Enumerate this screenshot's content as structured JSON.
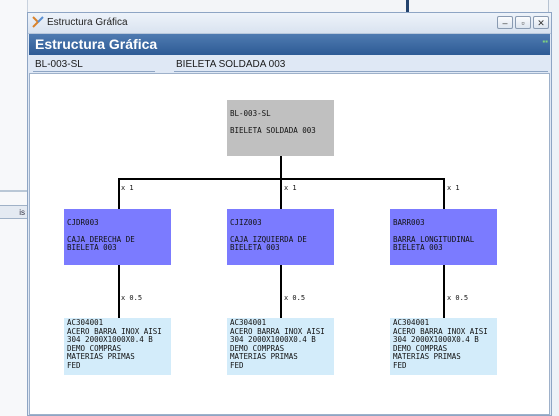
{
  "window": {
    "title": "Estructura Gráfica",
    "header_title": "Estructura Gráfica",
    "minimize_symbol": "–",
    "maximize_symbol": "▫",
    "close_symbol": "✕"
  },
  "fields": {
    "code": "BL-003-SL",
    "description": "BIELETA SOLDADA 003"
  },
  "background": {
    "left_tab_label": "is"
  },
  "tree": {
    "root": {
      "code": "BL-003-SL",
      "name": "BIELETA SOLDADA 003"
    },
    "children": [
      {
        "qty": "x 1",
        "code": "CJDR003",
        "name": "CAJA DERECHA DE\nBIELETA 003",
        "child_qty": "x 0.5",
        "leaf": "AC304001\nACERO BARRA INOX AISI\n304 2000X1000X0.4 B\n   DEMO COMPRAS\nMATERIAS PRIMAS\nFED"
      },
      {
        "qty": "x 1",
        "code": "CJIZ003",
        "name": "CAJA IZQUIERDA DE\nBIELETA 003",
        "child_qty": "x 0.5",
        "leaf": "AC304001\nACERO BARRA INOX AISI\n304 2000X1000X0.4 B\n   DEMO COMPRAS\nMATERIAS PRIMAS\nFED"
      },
      {
        "qty": "x 1",
        "code": "BARR003",
        "name": "BARRA LONGITUDINAL\nBIELETA 003",
        "child_qty": "x 0.5",
        "leaf": "AC304001\nACERO BARRA INOX AISI\n304 2000X1000X0.4 B\n   DEMO COMPRAS\nMATERIAS PRIMAS\nFED"
      }
    ]
  },
  "colors": {
    "header": "#2e5b95",
    "root_node": "#c0c0c0",
    "mid_node": "#7b7bff",
    "leaf_node": "#d3ecfa"
  },
  "icons": {
    "title_icon": "app-logo-icon"
  }
}
